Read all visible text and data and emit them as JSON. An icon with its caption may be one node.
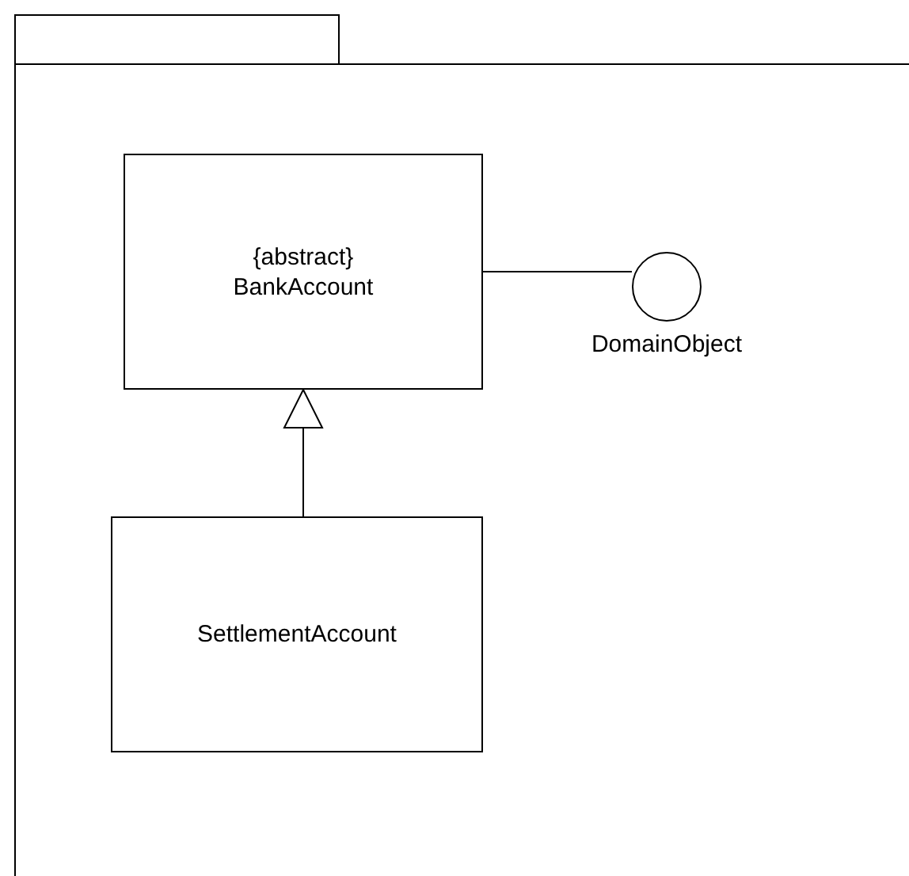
{
  "diagram": {
    "nodes": [
      {
        "text": [],
        "shape": "folder"
      },
      {
        "text": [
          "{abstract}",
          "BankAccount"
        ],
        "in": 0
      },
      {
        "text": [],
        "shape": "circle",
        "beside": [
          "DomainObject"
        ],
        "in": 0
      },
      {
        "text": [
          "SettlementAccount"
        ],
        "in": 0
      }
    ],
    "edges": [
      {
        "from": 3,
        "to": 1,
        "arrow": "to"
      },
      {
        "from": 1,
        "to": 2,
        "arrow": "none"
      }
    ]
  }
}
